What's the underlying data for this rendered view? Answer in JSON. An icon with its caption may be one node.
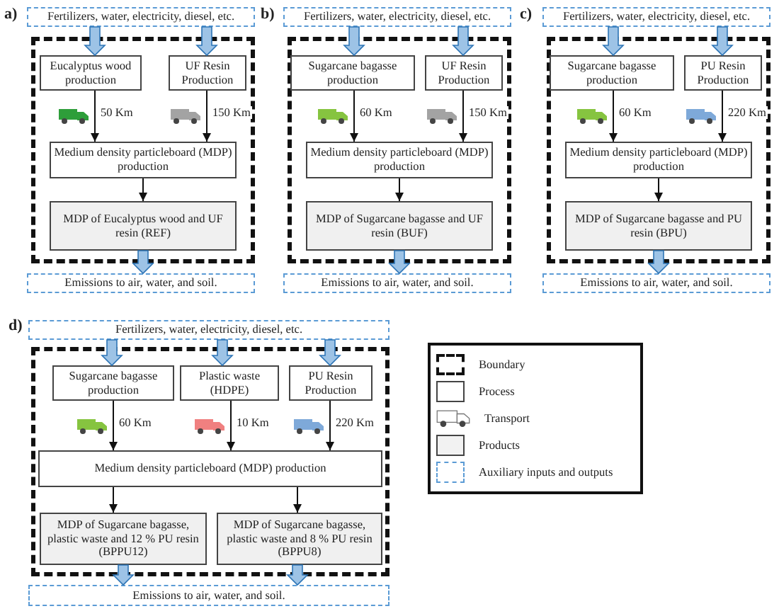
{
  "diagram": {
    "nodes": [
      {
        "text": [
          "Fertilizers, water, electricity, diesel, etc."
        ]
      },
      {
        "text": [],
        "shape": "box"
      },
      {
        "text": [
          "Eucalyptus wood production"
        ],
        "in": 1
      },
      {
        "text": [
          "UF Resin Production"
        ],
        "in": 1
      },
      {
        "text": [
          "Medium density particleboard (MDP) production"
        ],
        "in": 1
      },
      {
        "text": [
          "MDP of Eucalyptus wood and UF resin (REF)"
        ],
        "in": 1
      },
      {
        "text": [
          "Emissions to air, water, and soil."
        ]
      },
      {
        "text": [
          "Fertilizers, water, electricity, diesel, etc."
        ]
      },
      {
        "text": [],
        "shape": "box"
      },
      {
        "text": [
          "Sugarcane bagasse production"
        ],
        "in": 8
      },
      {
        "text": [
          "UF Resin Production"
        ],
        "in": 8
      },
      {
        "text": [
          "Medium density particleboard (MDP) production"
        ],
        "in": 8
      },
      {
        "text": [
          "MDP of Sugarcane bagasse and UF resin (BUF)"
        ],
        "in": 8
      },
      {
        "text": [
          "Emissions to air, water, and soil."
        ]
      },
      {
        "text": [
          "Fertilizers, water, electricity, diesel, etc."
        ]
      },
      {
        "text": [],
        "shape": "box"
      },
      {
        "text": [
          "Sugarcane bagasse production"
        ],
        "in": 15
      },
      {
        "text": [
          "PU Resin Production"
        ],
        "in": 15
      },
      {
        "text": [
          "Medium density particleboard (MDP) production"
        ],
        "in": 15
      },
      {
        "text": [
          "MDP of Sugarcane bagasse and PU resin (BPU)"
        ],
        "in": 15
      },
      {
        "text": [
          "Emissions to air, water, and soil."
        ]
      },
      {
        "text": [
          "Fertilizers, water, electricity, diesel, etc."
        ]
      },
      {
        "text": [],
        "shape": "box"
      },
      {
        "text": [
          "Sugarcane bagasse production"
        ],
        "in": 22
      },
      {
        "text": [
          "Plastic waste (HDPE)"
        ],
        "in": 22
      },
      {
        "text": [
          "PU Resin Production"
        ],
        "in": 22
      },
      {
        "text": [
          "Medium density particleboard (MDP) production"
        ],
        "in": 22
      },
      {
        "text": [
          "MDP of Sugarcane bagasse, plastic waste and 12 % PU resin (BPPU12)"
        ],
        "in": 22
      },
      {
        "text": [
          "MDP of Sugarcane bagasse, plastic waste and 8 % PU resin (BPPU8)"
        ],
        "in": 22
      },
      {
        "text": [
          "Emissions to air, water, and soil."
        ]
      }
    ],
    "edges": [
      {
        "from": 0,
        "to": 2,
        "arrow": "to",
        "style": "thick",
        "color": "#9dc3e6"
      },
      {
        "from": 0,
        "to": 3,
        "arrow": "to",
        "style": "thick",
        "color": "#9dc3e6"
      },
      {
        "from": 2,
        "to": 4,
        "arrow": "to",
        "label": "50 Km"
      },
      {
        "from": 3,
        "to": 4,
        "arrow": "to",
        "label": "150 Km"
      },
      {
        "from": 4,
        "to": 5,
        "arrow": "to"
      },
      {
        "from": 5,
        "to": 6,
        "arrow": "to",
        "style": "thick",
        "color": "#9dc3e6"
      },
      {
        "from": 7,
        "to": 9,
        "arrow": "to",
        "style": "thick",
        "color": "#9dc3e6"
      },
      {
        "from": 7,
        "to": 10,
        "arrow": "to",
        "style": "thick",
        "color": "#9dc3e6"
      },
      {
        "from": 9,
        "to": 11,
        "arrow": "to",
        "label": "60 Km"
      },
      {
        "from": 10,
        "to": 11,
        "arrow": "to",
        "label": "150 Km"
      },
      {
        "from": 11,
        "to": 12,
        "arrow": "to"
      },
      {
        "from": 12,
        "to": 13,
        "arrow": "to",
        "style": "thick",
        "color": "#9dc3e6"
      },
      {
        "from": 14,
        "to": 16,
        "arrow": "to",
        "style": "thick",
        "color": "#9dc3e6"
      },
      {
        "from": 14,
        "to": 17,
        "arrow": "to",
        "style": "thick",
        "color": "#9dc3e6"
      },
      {
        "from": 16,
        "to": 18,
        "arrow": "to",
        "label": "60 Km"
      },
      {
        "from": 17,
        "to": 18,
        "arrow": "to",
        "label": "220 Km"
      },
      {
        "from": 18,
        "to": 19,
        "arrow": "to"
      },
      {
        "from": 19,
        "to": 20,
        "arrow": "to",
        "style": "thick",
        "color": "#9dc3e6"
      },
      {
        "from": 21,
        "to": 23,
        "arrow": "to",
        "style": "thick",
        "color": "#9dc3e6"
      },
      {
        "from": 21,
        "to": 24,
        "arrow": "to",
        "style": "thick",
        "color": "#9dc3e6"
      },
      {
        "from": 21,
        "to": 25,
        "arrow": "to",
        "style": "thick",
        "color": "#9dc3e6"
      },
      {
        "from": 23,
        "to": 26,
        "arrow": "to",
        "label": "60 Km"
      },
      {
        "from": 24,
        "to": 26,
        "arrow": "to",
        "label": "10 Km"
      },
      {
        "from": 25,
        "to": 26,
        "arrow": "to",
        "label": "220 Km"
      },
      {
        "from": 26,
        "to": 27,
        "arrow": "to"
      },
      {
        "from": 26,
        "to": 28,
        "arrow": "to"
      },
      {
        "from": 27,
        "to": 29,
        "arrow": "to",
        "style": "thick",
        "color": "#9dc3e6"
      },
      {
        "from": 28,
        "to": 29,
        "arrow": "to",
        "style": "thick",
        "color": "#9dc3e6"
      }
    ],
    "labels": [
      "a)",
      "b)",
      "c)",
      "d)"
    ],
    "legend": [
      {
        "text": "Boundary"
      },
      {
        "text": "Process",
        "color": "#ffffff"
      },
      {
        "text": "Transport"
      },
      {
        "text": "Products",
        "color": "#f2f2f2"
      },
      {
        "text": "Auxiliary inputs and outputs"
      }
    ]
  }
}
